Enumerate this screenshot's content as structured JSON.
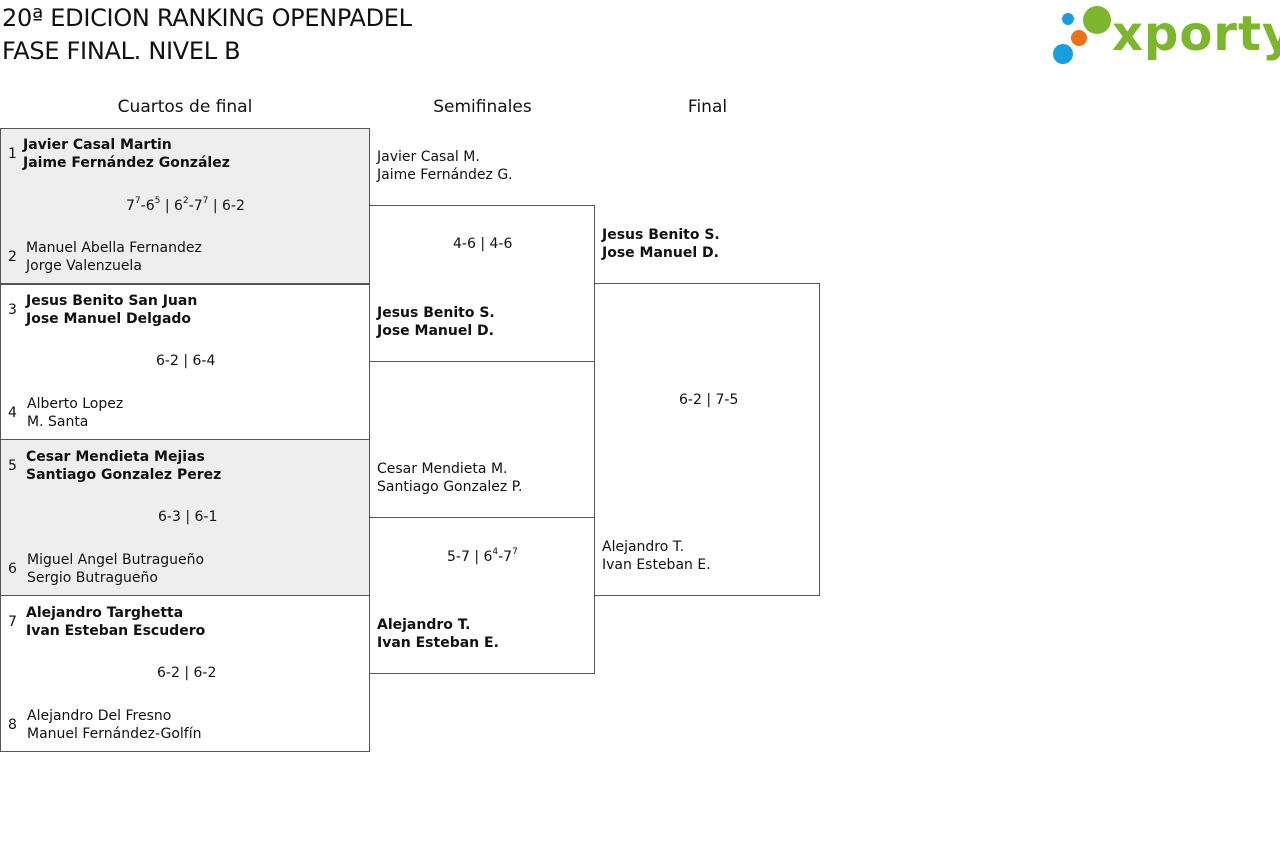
{
  "header": {
    "title_line1": "20ª EDICION RANKING OPENPADEL",
    "title_line2": "FASE FINAL. NIVEL B",
    "logo_text": "xporty",
    "logo_colors": [
      "#1a9ee0",
      "#e8731a",
      "#7bb62e"
    ]
  },
  "rounds": {
    "quarterfinals": "Cuartos de final",
    "semifinals": "Semifinales",
    "final": "Final"
  },
  "quarterfinals": [
    {
      "seed_top": "1",
      "team_top": [
        "Javier Casal Martin",
        "Jaime Fernández González"
      ],
      "seed_bottom": "2",
      "team_bottom": [
        "Manuel Abella Fernandez",
        "Jorge Valenzuela"
      ],
      "winner": "top",
      "shaded": true,
      "score": [
        {
          "main": "7",
          "sup": "7"
        },
        {
          "sep": "-"
        },
        {
          "main": "6",
          "sup": "5"
        },
        {
          "sep": " | "
        },
        {
          "main": "6",
          "sup": "2"
        },
        {
          "sep": "-"
        },
        {
          "main": "7",
          "sup": "7"
        },
        {
          "sep": " | 6-2"
        }
      ]
    },
    {
      "seed_top": "3",
      "team_top": [
        "Jesus Benito San Juan",
        "Jose Manuel Delgado"
      ],
      "seed_bottom": "4",
      "team_bottom": [
        "Alberto Lopez",
        "M. Santa"
      ],
      "winner": "top",
      "shaded": false,
      "score": [
        {
          "sep": "6-2 | 6-4"
        }
      ]
    },
    {
      "seed_top": "5",
      "team_top": [
        "Cesar Mendieta Mejias",
        "Santiago Gonzalez Perez"
      ],
      "seed_bottom": "6",
      "team_bottom": [
        "Miguel Angel Butragueño",
        "Sergio Butragueño"
      ],
      "winner": "top",
      "shaded": true,
      "score": [
        {
          "sep": "6-3 | 6-1"
        }
      ]
    },
    {
      "seed_top": "7",
      "team_top": [
        "Alejandro Targhetta",
        "Ivan Esteban Escudero"
      ],
      "seed_bottom": "8",
      "team_bottom": [
        "Alejandro Del Fresno",
        "Manuel Fernández-Golfín"
      ],
      "winner": "top",
      "shaded": false,
      "score": [
        {
          "sep": "6-2 | 6-2"
        }
      ]
    }
  ],
  "semifinals": [
    {
      "team_top": [
        "Javier Casal M.",
        "Jaime Fernández G."
      ],
      "team_bottom": [
        "Jesus Benito S.",
        "Jose Manuel D."
      ],
      "winner": "bottom",
      "score": [
        {
          "sep": "4-6 | 4-6"
        }
      ]
    },
    {
      "team_top": [
        "Cesar Mendieta M.",
        "Santiago Gonzalez P."
      ],
      "team_bottom": [
        "Alejandro T.",
        "Ivan Esteban E."
      ],
      "winner": "bottom",
      "score": [
        {
          "sep": "5-7 | 6"
        },
        {
          "main": "",
          "sup": "4"
        },
        {
          "sep": "-7"
        },
        {
          "main": "",
          "sup": "7"
        }
      ]
    }
  ],
  "final": {
    "team_top": [
      "Jesus Benito S.",
      "Jose Manuel D."
    ],
    "team_bottom": [
      "Alejandro T.",
      "Ivan Esteban E."
    ],
    "winner": "top",
    "score": [
      {
        "sep": "6-2 | 7-5"
      }
    ]
  }
}
